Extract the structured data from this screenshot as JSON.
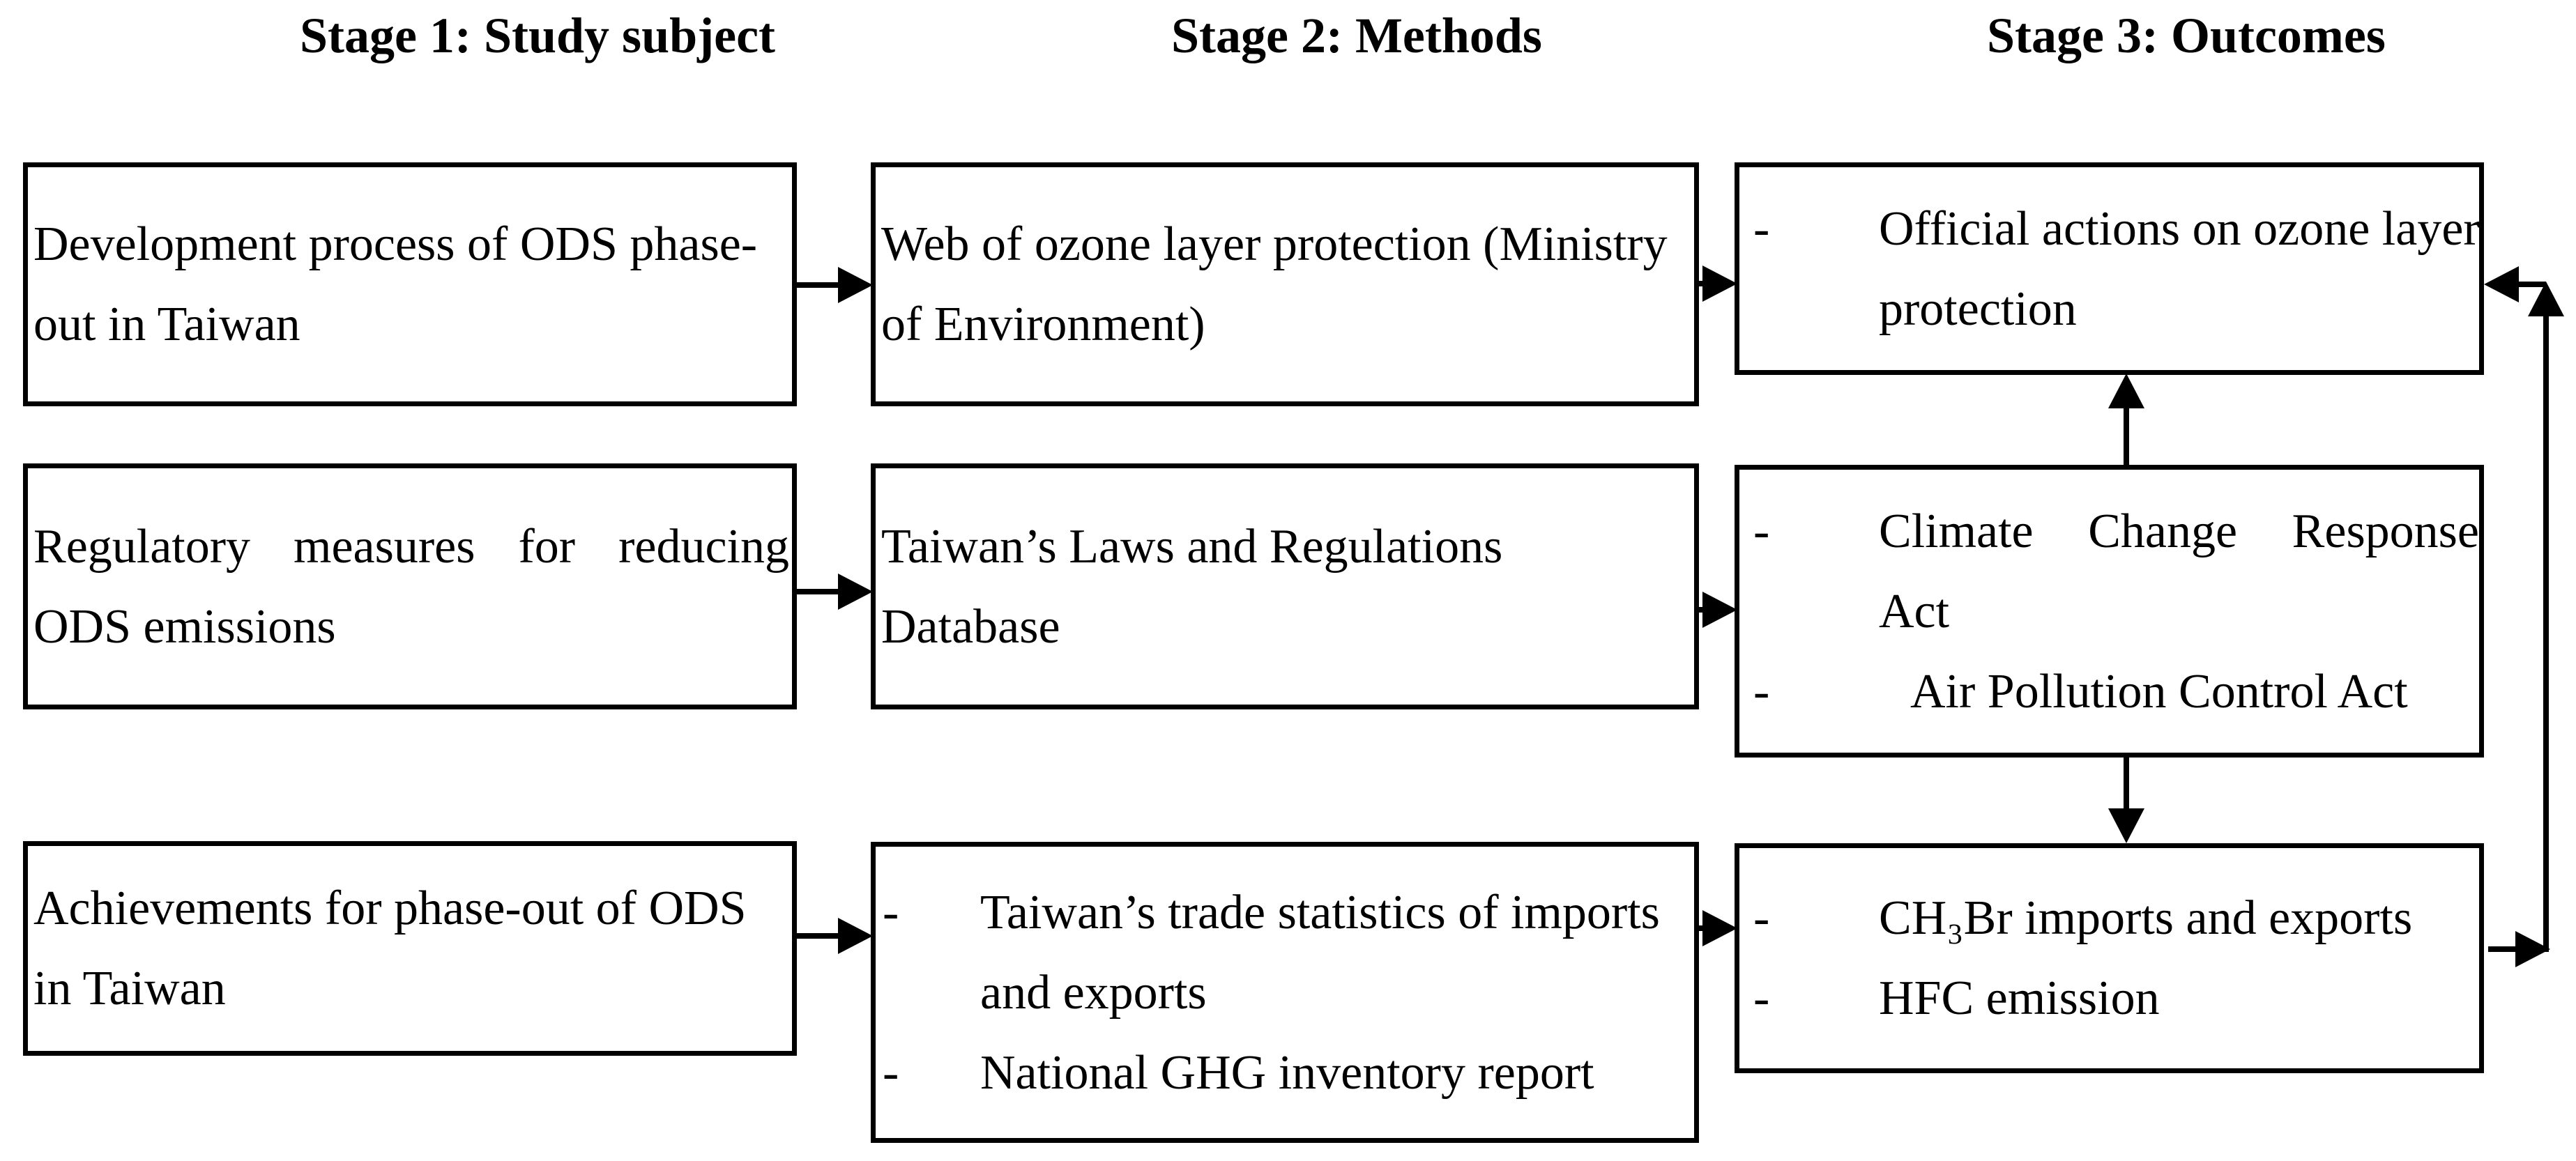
{
  "figure": {
    "colors": {
      "ink": "#000000",
      "paper": "#ffffff"
    },
    "bullet_char": "-",
    "headers": [
      {
        "label": "Stage 1: Study subject"
      },
      {
        "label": "Stage 2: Methods"
      },
      {
        "label": "Stage 3: Outcomes"
      }
    ],
    "boxes": {
      "b1r1": {
        "lines": [
          {
            "t": "Development process of ODS phase-"
          },
          {
            "t": "out in Taiwan"
          }
        ]
      },
      "b2r1": {
        "lines": [
          {
            "t": "Web of ozone layer protection (Ministry"
          },
          {
            "t": "of Environment)"
          }
        ]
      },
      "b3r1": {
        "lines": [
          {
            "t": "Official actions on ozone layer",
            "bullet": true
          },
          {
            "t": "protection",
            "cont": true
          }
        ]
      },
      "b1r2": {
        "lines": [
          {
            "t": "Regulatory measures for reducing",
            "justify": true
          },
          {
            "t": "ODS emissions"
          }
        ]
      },
      "b2r2": {
        "lines": [
          {
            "t": "Taiwan’s Laws and Regulations"
          },
          {
            "t": "Database"
          }
        ]
      },
      "b3r2": {
        "lines": [
          {
            "t": "Climate Change Response",
            "bullet": true,
            "justify": true
          },
          {
            "t": "Act",
            "cont": true
          },
          {
            "t": "Air Pollution Control Act",
            "bullet": true,
            "indent2": true
          }
        ]
      },
      "b1r3": {
        "lines": [
          {
            "t": "Achievements for phase-out of ODS"
          },
          {
            "t": "in Taiwan"
          }
        ]
      },
      "b2r3": {
        "lines": [
          {
            "t": "Taiwan’s trade statistics of imports",
            "bullet": true
          },
          {
            "t": "and exports",
            "cont": true
          },
          {
            "t": "National GHG inventory report",
            "bullet": true
          }
        ]
      },
      "b3r3": {
        "lines": [
          {
            "t": "CH₃Br imports and exports",
            "bullet": true
          },
          {
            "t": "HFC emission",
            "bullet": true
          }
        ]
      }
    }
  }
}
